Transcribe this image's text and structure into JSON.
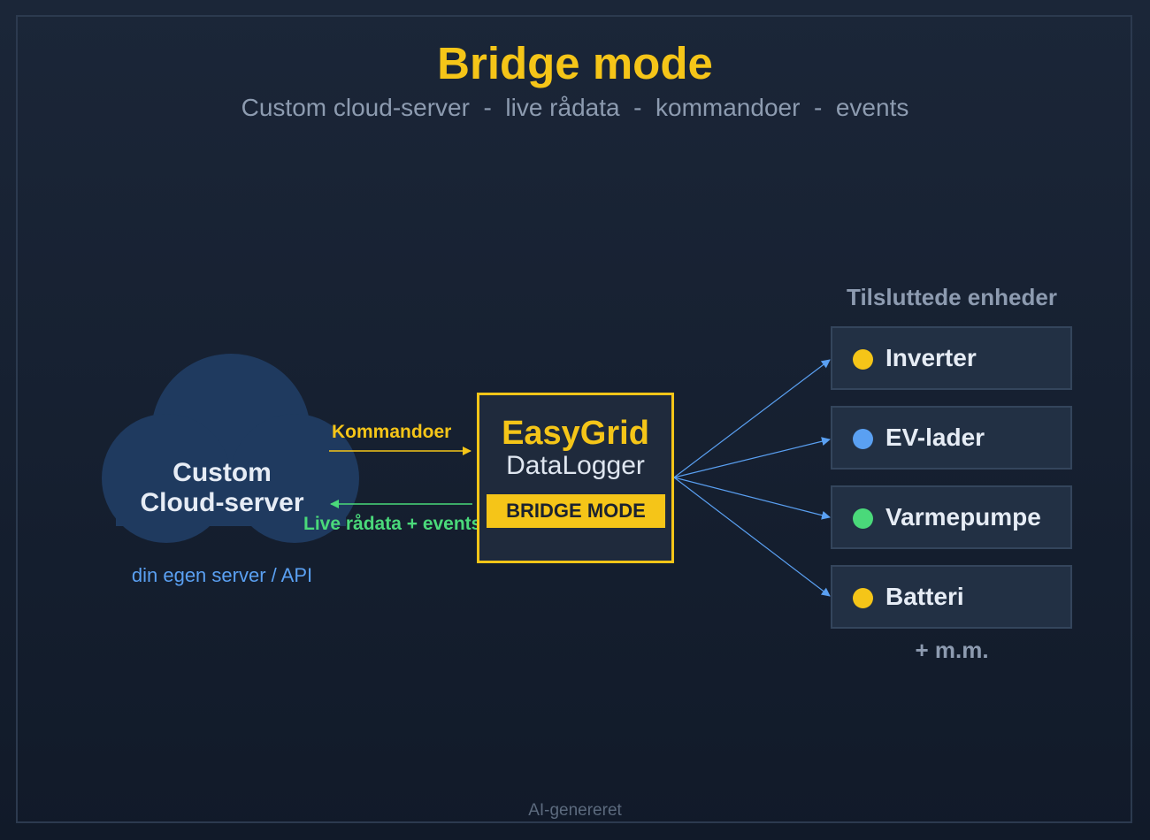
{
  "title": "Bridge mode",
  "subtitle": "Custom cloud-server  -  live rådata  -  kommandoer  -  events",
  "cloud": {
    "label_line1": "Custom",
    "label_line2": "Cloud-server",
    "caption": "din egen server / API"
  },
  "arrows": {
    "commands_label": "Kommandoer",
    "live_label": "Live rådata + events"
  },
  "logger": {
    "name": "EasyGrid",
    "subtitle": "DataLogger",
    "badge": "BRIDGE MODE"
  },
  "devices": {
    "title": "Tilsluttede enheder",
    "items": [
      {
        "label": "Inverter",
        "dot_color": "#f5c518"
      },
      {
        "label": "EV-lader",
        "dot_color": "#5aa0f2"
      },
      {
        "label": "Varmepumpe",
        "dot_color": "#4ad97a"
      },
      {
        "label": "Batteri",
        "dot_color": "#f5c518"
      }
    ],
    "more": "+ m.m."
  },
  "footer": "AI-genereret",
  "colors": {
    "accent": "#f5c518",
    "blue": "#5aa0f2",
    "green": "#4ad97a",
    "cloud": "#1f3a5f"
  }
}
